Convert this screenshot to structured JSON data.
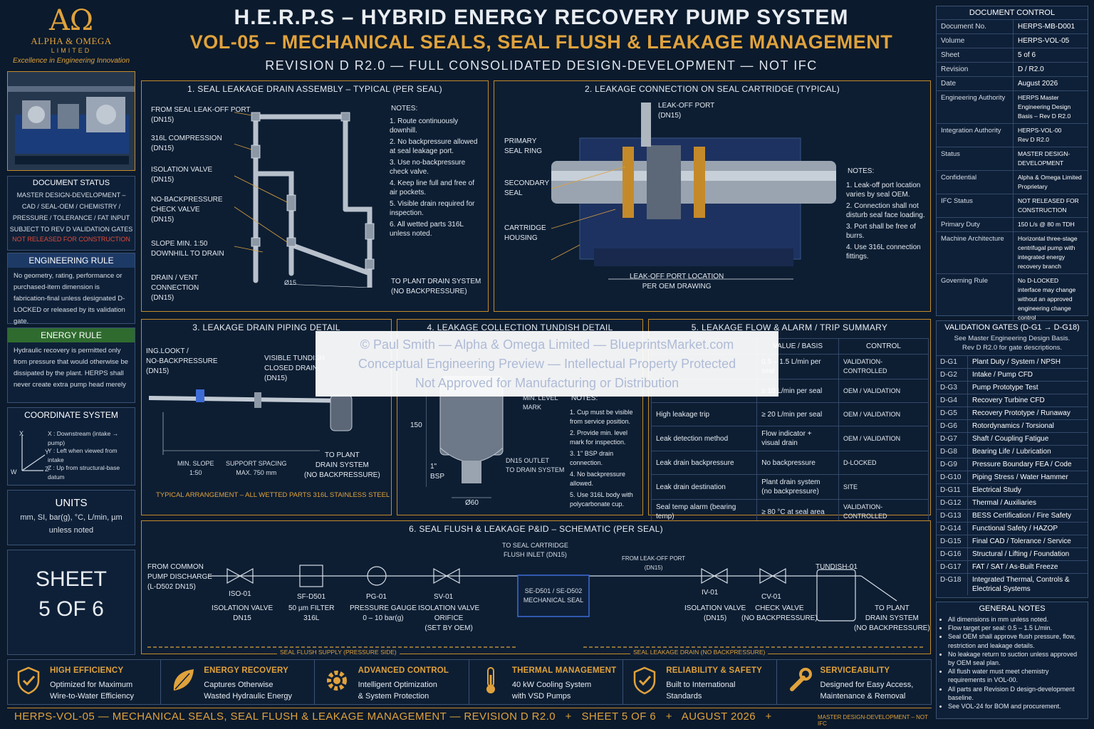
{
  "brand": {
    "logo": "AΩ",
    "name": "ALPHA & OMEGA",
    "sub": "LIMITED",
    "tagline": "Excellence in Engineering Innovation"
  },
  "header": {
    "title": "H.E.R.P.S – HYBRID ENERGY RECOVERY PUMP SYSTEM",
    "subtitle": "VOL-05 – MECHANICAL SEALS, SEAL FLUSH & LEAKAGE MANAGEMENT",
    "revision": "REVISION D R2.0 — FULL CONSOLIDATED DESIGN-DEVELOPMENT — NOT IFC"
  },
  "left": {
    "doc_status": {
      "title": "DOCUMENT STATUS",
      "body": "MASTER DESIGN-DEVELOPMENT –\nCAD / SEAL-OEM / CHEMISTRY /\nPRESSURE / TOLERANCE / FAT INPUT\nSUBJECT TO REV D VALIDATION GATES",
      "warn": "NOT RELEASED FOR CONSTRUCTION"
    },
    "eng_rule": {
      "title": "ENGINEERING RULE",
      "body": "No geometry, rating, performance or purchased-item dimension is fabrication-final unless designated D-LOCKED or released by its validation gate."
    },
    "energy_rule": {
      "title": "ENERGY RULE",
      "body": "Hydraulic recovery is permitted only from pressure that would otherwise be dissipated by the plant. HERPS shall never create extra pump head merely"
    },
    "coord": {
      "title": "COORDINATE SYSTEM",
      "x": "X : Downstream (intake → pump)",
      "y": "Y : Left when viewed from intake",
      "z": "Z : Up from structural-base datum",
      "ax_x": "X",
      "ax_y": "Y",
      "ax_z": "Z",
      "ax_w": "W"
    },
    "units": {
      "title": "UNITS",
      "body": "mm, SI, bar(g), °C, L/min, µm\nunless noted"
    },
    "sheet": {
      "line1": "SHEET",
      "line2": "5 OF 6"
    }
  },
  "doc_control": {
    "title": "DOCUMENT CONTROL",
    "rows": [
      {
        "k": "Document No.",
        "v": "HERPS-MB-D001"
      },
      {
        "k": "Volume",
        "v": "HERPS-VOL-05"
      },
      {
        "k": "Sheet",
        "v": "5 of 6"
      },
      {
        "k": "Revision",
        "v": "D / R2.0"
      },
      {
        "k": "Date",
        "v": "August 2026"
      },
      {
        "k": "Engineering Authority",
        "v": "HERPS Master Engineering Design Basis – Rev D R2.0"
      },
      {
        "k": "Integration Authority",
        "v": "HERPS-VOL-00\nRev D R2.0"
      },
      {
        "k": "Status",
        "v": "MASTER DESIGN-\nDEVELOPMENT"
      },
      {
        "k": "Confidential",
        "v": "Alpha & Omega Limited\nProprietary"
      },
      {
        "k": "IFC Status",
        "v": "NOT RELEASED FOR\nCONSTRUCTION"
      },
      {
        "k": "Primary Duty",
        "v": "150 L/s @ 80 m TDH"
      },
      {
        "k": "Machine Architecture",
        "v": "Horizontal three-stage centrifugal pump with integrated energy recovery branch"
      },
      {
        "k": "Governing Rule",
        "v": "No D-LOCKED interface may change without an approved engineering change control"
      }
    ]
  },
  "validation": {
    "title": "VALIDATION GATES (D-G1 → D-G18)",
    "intro": "See Master Engineering Design Basis.\nRev D R2.0 for gate descriptions.",
    "rows": [
      {
        "k": "D-G1",
        "v": "Plant Duty / System / NPSH"
      },
      {
        "k": "D-G2",
        "v": "Intake / Pump CFD"
      },
      {
        "k": "D-G3",
        "v": "Pump Prototype Test"
      },
      {
        "k": "D-G4",
        "v": "Recovery Turbine CFD"
      },
      {
        "k": "D-G5",
        "v": "Recovery Prototype / Runaway"
      },
      {
        "k": "D-G6",
        "v": "Rotordynamics / Torsional"
      },
      {
        "k": "D-G7",
        "v": "Shaft / Coupling Fatigue"
      },
      {
        "k": "D-G8",
        "v": "Bearing Life / Lubrication"
      },
      {
        "k": "D-G9",
        "v": "Pressure Boundary FEA / Code"
      },
      {
        "k": "D-G10",
        "v": "Piping Stress / Water Hammer"
      },
      {
        "k": "D-G11",
        "v": "Electrical Study"
      },
      {
        "k": "D-G12",
        "v": "Thermal / Auxiliaries"
      },
      {
        "k": "D-G13",
        "v": "BESS Certification / Fire Safety"
      },
      {
        "k": "D-G14",
        "v": "Functional Safety / HAZOP"
      },
      {
        "k": "D-G15",
        "v": "Final CAD / Tolerance / Service"
      },
      {
        "k": "D-G16",
        "v": "Structural / Lifting / Foundation"
      },
      {
        "k": "D-G17",
        "v": "FAT / SAT / As-Built Freeze"
      },
      {
        "k": "D-G18",
        "v": "Integrated Thermal, Controls & Electrical Systems"
      }
    ]
  },
  "general_notes": {
    "title": "GENERAL NOTES",
    "items": [
      "All dimensions in mm unless noted.",
      "Flow target per seal: 0.5 – 1.5 L/min.",
      "Seal OEM shall approve flush pressure, flow, restriction and leakage details.",
      "No leakage return to suction unless approved by OEM seal plan.",
      "All flush water must meet chemistry requirements in VOL-00.",
      "All parts are Revision D design-development baseline.",
      "See VOL-24 for BOM and procurement."
    ]
  },
  "p1": {
    "title": "1. SEAL LEAKAGE DRAIN ASSEMBLY – TYPICAL (PER SEAL)",
    "labels": [
      "FROM SEAL LEAK-OFF PORT\n(DN15)",
      "316L COMPRESSION\n(DN15)",
      "ISOLATION VALVE\n(DN15)",
      "NO-BACKPRESSURE\nCHECK VALVE\n(DN15)",
      "SLOPE MIN. 1:50\nDOWNHILL TO DRAIN",
      "DRAIN / VENT\nCONNECTION\n(DN15)"
    ],
    "drain": "TO PLANT DRAIN SYSTEM\n(NO BACKPRESSURE)",
    "dim": "Ø15",
    "notes_title": "NOTES:",
    "notes": [
      "Route continuously downhill.",
      "No backpressure allowed at seal leakage port.",
      "Use no-backpressure check valve.",
      "Keep line full and free of air pockets.",
      "Visible drain required for inspection.",
      "All wetted parts 316L unless noted."
    ]
  },
  "p2": {
    "title": "2. LEAKAGE CONNECTION ON SEAL CARTRIDGE (TYPICAL)",
    "port": "LEAK-OFF PORT\n(DN15)",
    "labels": [
      "PRIMARY\nSEAL RING",
      "SECONDARY\nSEAL",
      "CARTRIDGE\nHOUSING"
    ],
    "dim": "LEAK-OFF PORT LOCATION\nPER OEM DRAWING",
    "notes_title": "NOTES:",
    "notes": [
      "Leak-off port location varies by seal OEM.",
      "Connection shall not disturb seal face loading.",
      "Port shall be free of burrs.",
      "Use 316L connection fittings."
    ]
  },
  "p3": {
    "title": "3. LEAKAGE DRAIN PIPING DETAIL",
    "l1": "ING.LOOKT /\nNO-BACKPRESSURE\n(DN15)",
    "l2": "VISIBLE TUNDISH\nCLOSED DRAIN\n(DN15)",
    "slope": "MIN. SLOPE\n1:50",
    "spacing": "SUPPORT SPACING\nMAX. 750 mm",
    "drain": "TO PLANT\nDRAIN SYSTEM\n(NO BACKPRESSURE)",
    "foot": "TYPICAL ARRANGEMENT – ALL WETTED PARTS 316L STAINLESS STEEL"
  },
  "p4": {
    "title": "4. LEAKAGE COLLECTION TUNDISH DETAIL",
    "level": "MIN. LEVEL\nMARK",
    "h": "150",
    "bsp": "1\"\nBSP",
    "outlet": "DN15 OUTLET\nTO DRAIN SYSTEM",
    "dia": "Ø60",
    "notes_title": "NOTES:",
    "notes": [
      "Cup must be visible from service position.",
      "Provide min. level mark for inspection.",
      "1\" BSP drain connection.",
      "No backpressure allowed.",
      "Use 316L body with polycarbonate cup."
    ]
  },
  "p5": {
    "title": "5. LEAKAGE FLOW & ALARM / TRIP SUMMARY",
    "headers": [
      "",
      "VALUE / BASIS",
      "CONTROL"
    ],
    "rows": [
      [
        "",
        "0.5 – 1.5 L/min per seal",
        "VALIDATION-CONTROLLED"
      ],
      [
        "",
        "≥ 10 L/min per seal",
        "OEM / VALIDATION"
      ],
      [
        "High leakage trip",
        "≥ 20 L/min per seal",
        "OEM / VALIDATION"
      ],
      [
        "Leak detection method",
        "Flow indicator +\nvisual drain",
        "OEM / VALIDATION"
      ],
      [
        "Leak drain backpressure",
        "No backpressure",
        "D-LOCKED"
      ],
      [
        "Leak drain destination",
        "Plant drain system\n(no backpressure)",
        "SITE"
      ],
      [
        "Seal temp alarm (bearing temp)",
        "≥ 80 °C at seal area",
        "VALIDATION-CONTROLLED"
      ]
    ]
  },
  "p6": {
    "title": "6. SEAL FLUSH & LEAKAGE P&ID – SCHEMATIC (PER SEAL)",
    "source": "FROM COMMON\nPUMP DISCHARGE\n(L-D502 DN15)",
    "cart_inlet": "TO SEAL CARTRIDGE\nFLUSH INLET (DN15)",
    "leak_off": "FROM LEAK-OFF PORT\n(DN15)",
    "seal": "SE-D501 / SE-D502\nMECHANICAL SEAL",
    "items": [
      {
        "tag": "ISO-01",
        "desc": "ISOLATION VALVE\nDN15"
      },
      {
        "tag": "SF-D501",
        "desc": "50 µm FILTER\n316L"
      },
      {
        "tag": "PG-01",
        "desc": "PRESSURE GAUGE\n0 – 10 bar(g)"
      },
      {
        "tag": "SV-01",
        "desc": "ISOLATION VALVE\nORIFICE\n(SET BY OEM)"
      },
      {
        "tag": "IV-01",
        "desc": "ISOLATION VALVE\n(DN15)"
      },
      {
        "tag": "CV-01",
        "desc": "CHECK VALVE\n(NO BACKPRESSURE)"
      },
      {
        "tag": "TUNDISH-01",
        "desc": ""
      }
    ],
    "drain": "TO PLANT\nDRAIN SYSTEM\n(NO BACKPRESSURE)",
    "supply": "SEAL FLUSH SUPPLY (PRESSURE SIDE)",
    "leak": "SEAL LEAKAGE DRAIN (NO BACKPRESSURE)"
  },
  "features": [
    {
      "t": "HIGH EFFICIENCY",
      "d": "Optimized for Maximum\nWire-to-Water Efficiency",
      "icon": "shield-check-icon"
    },
    {
      "t": "ENERGY RECOVERY",
      "d": "Captures Otherwise\nWasted Hydraulic Energy",
      "icon": "leaf-icon"
    },
    {
      "t": "ADVANCED CONTROL",
      "d": "Intelligent Optimization\n& System Protection",
      "icon": "gear-icon"
    },
    {
      "t": "THERMAL MANAGEMENT",
      "d": "40 kW Cooling System\nwith VSD Pumps",
      "icon": "thermometer-icon"
    },
    {
      "t": "RELIABILITY & SAFETY",
      "d": "Built to International\nStandards",
      "icon": "shield-check-icon"
    },
    {
      "t": "SERVICEABILITY",
      "d": "Designed for Easy Access,\nMaintenance & Removal",
      "icon": "wrench-icon"
    }
  ],
  "footer": {
    "text": "HERPS-VOL-05 — MECHANICAL SEALS, SEAL FLUSH & LEAKAGE MANAGEMENT — REVISION D R2.0   +   SHEET 5 OF 6   +   AUGUST 2026   +",
    "tail": "MASTER DESIGN-DEVELOPMENT – NOT IFC"
  },
  "watermark": {
    "l1": "© Paul Smith — Alpha & Omega Limited — BlueprintsMarket.com",
    "l2": "Conceptual Engineering Preview — Intellectual Property Protected",
    "l3": "Not Approved for Manufacturing or Distribution"
  },
  "colors": {
    "gold": "#e0a23c",
    "navy": "#0b1a2c",
    "red": "#e04a3a",
    "green": "#2f6b2f"
  }
}
